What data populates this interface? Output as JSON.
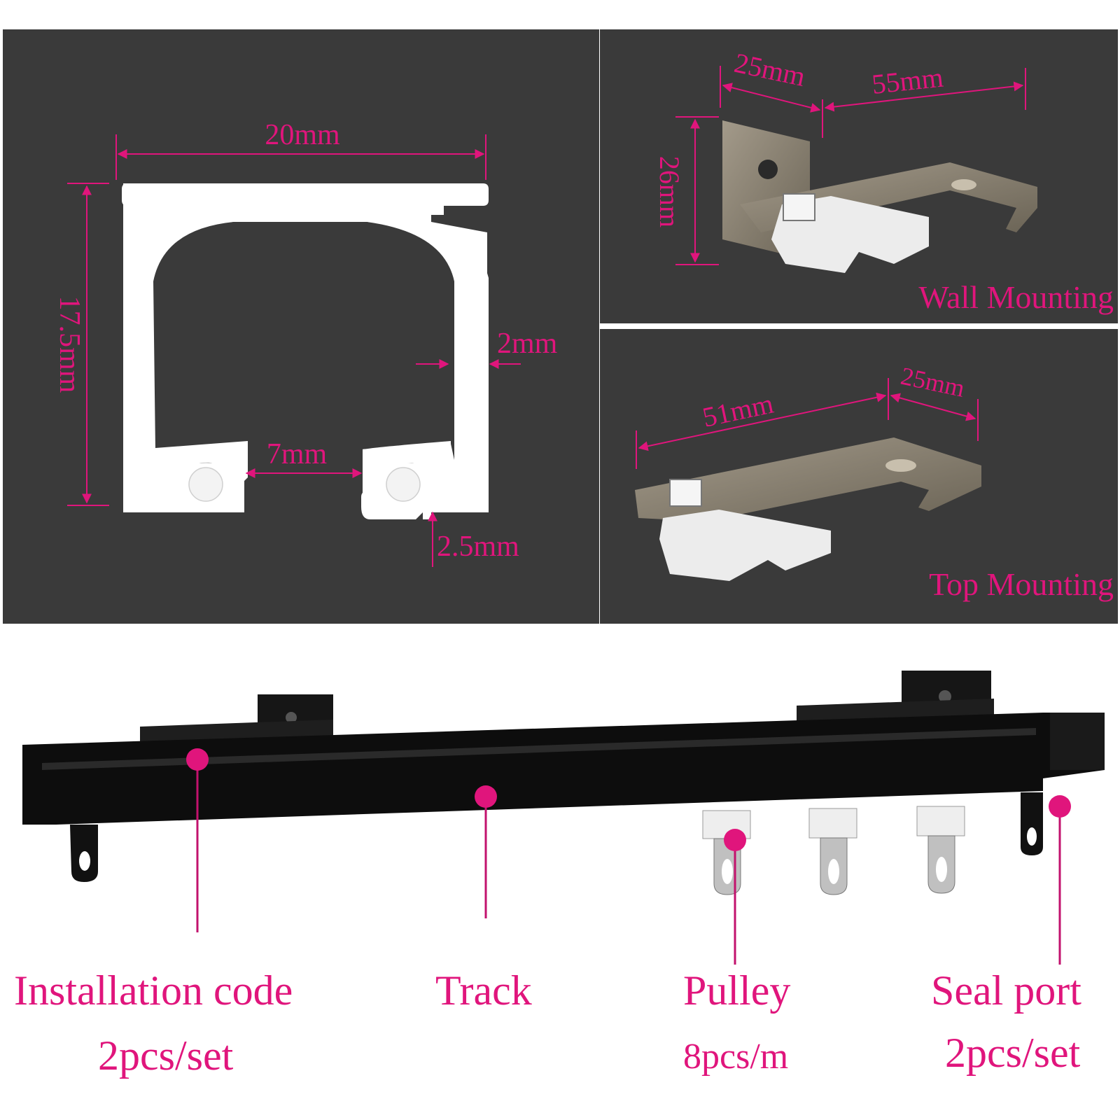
{
  "profile": {
    "width_label": "20mm",
    "height_label": "17.5mm",
    "wall_label": "2mm",
    "gap_label": "7mm",
    "lip_label": "2.5mm"
  },
  "wall_mount": {
    "caption": "Wall Mounting",
    "dim_a": "25mm",
    "dim_b": "55mm",
    "dim_h": "26mm"
  },
  "top_mount": {
    "caption": "Top Mounting",
    "dim_a": "51mm",
    "dim_b": "25mm"
  },
  "parts": [
    {
      "name": "Installation code",
      "qty": "2pcs/set"
    },
    {
      "name": "Track",
      "qty": ""
    },
    {
      "name": "Pulley",
      "qty": "8pcs/m"
    },
    {
      "name": "Seal port",
      "qty": "2pcs/set"
    }
  ],
  "colors": {
    "accent": "#e0157c",
    "panel_bg": "#3a3a3a",
    "profile": "#ffffff",
    "metal": "#8a8275",
    "track": "#111111"
  }
}
